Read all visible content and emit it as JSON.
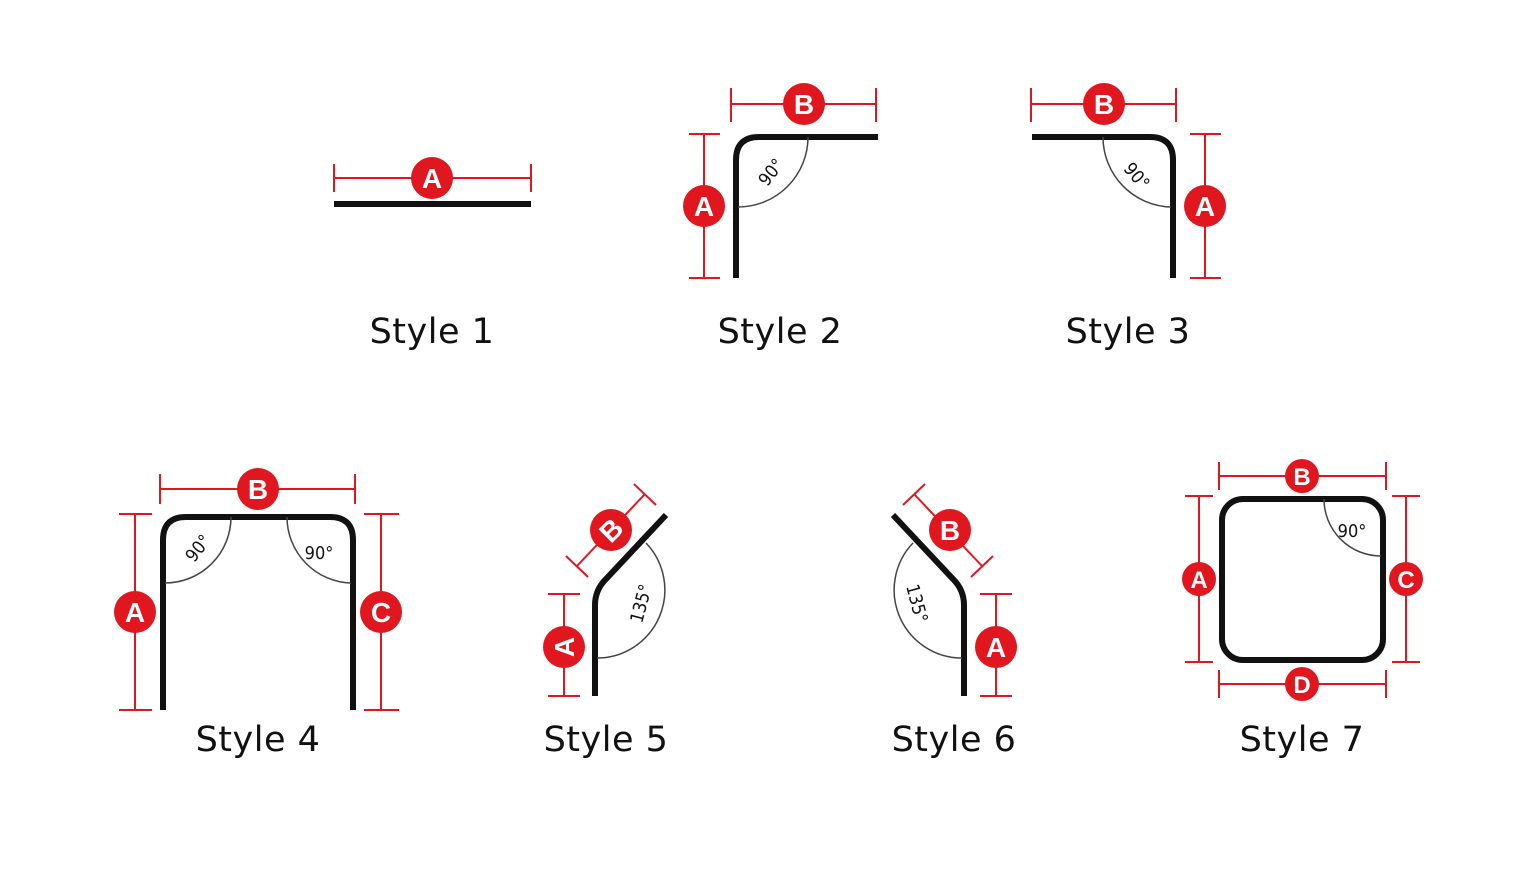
{
  "colors": {
    "dimension": "#e0171f",
    "stroke": "#111111",
    "arc": "#444444",
    "badge_text": "#ffffff",
    "background": "#ffffff"
  },
  "styles": [
    {
      "title": "Style 1",
      "dimensions": [
        "A"
      ],
      "angles": []
    },
    {
      "title": "Style 2",
      "dimensions": [
        "B",
        "A"
      ],
      "angles": [
        "90°"
      ]
    },
    {
      "title": "Style 3",
      "dimensions": [
        "B",
        "A"
      ],
      "angles": [
        "90°"
      ]
    },
    {
      "title": "Style 4",
      "dimensions": [
        "B",
        "A",
        "C"
      ],
      "angles": [
        "90°",
        "90°"
      ]
    },
    {
      "title": "Style 5",
      "dimensions": [
        "B",
        "A"
      ],
      "angles": [
        "135°"
      ]
    },
    {
      "title": "Style 6",
      "dimensions": [
        "B",
        "A"
      ],
      "angles": [
        "135°"
      ]
    },
    {
      "title": "Style 7",
      "dimensions": [
        "B",
        "A",
        "C",
        "D"
      ],
      "angles": [
        "90°"
      ]
    }
  ]
}
